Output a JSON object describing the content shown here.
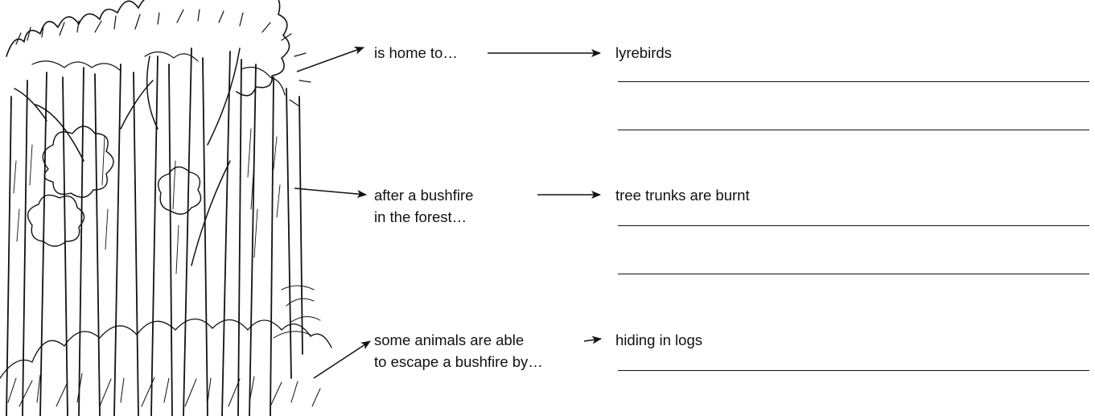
{
  "illustration": {
    "subject": "forest-drawing"
  },
  "rows": [
    {
      "prompt_lines": [
        "is home to…"
      ],
      "answer": "lyrebirds",
      "extra_lines": 2
    },
    {
      "prompt_lines": [
        "after a bushfire",
        "in the forest…"
      ],
      "answer": "tree trunks are burnt",
      "extra_lines": 2
    },
    {
      "prompt_lines": [
        "some animals are able",
        "to escape a bushfire by…"
      ],
      "answer": "hiding in logs",
      "extra_lines": 1
    }
  ]
}
